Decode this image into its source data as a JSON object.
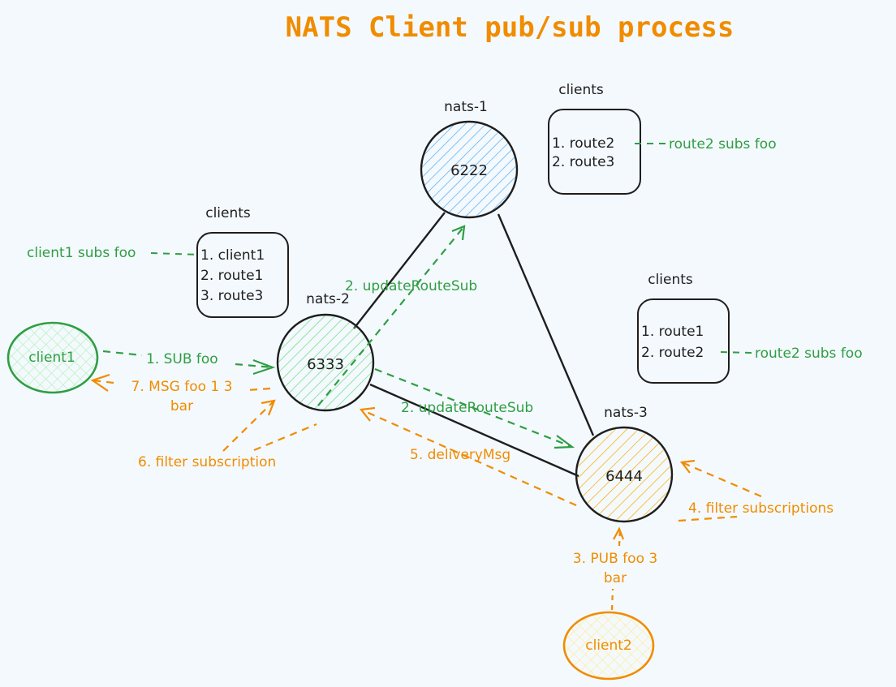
{
  "title": "NATS Client pub/sub process",
  "colors": {
    "background": "#f4f9fd",
    "green": "#2f9e44",
    "orange": "#f08c00",
    "blue_fill": "#4dabf7",
    "green_fill": "#69db7c",
    "orange_fill": "#fab005",
    "stroke": "#1e1e1e"
  },
  "servers": [
    {
      "id": "nats-1",
      "label": "nats-1",
      "port": "6222"
    },
    {
      "id": "nats-2",
      "label": "nats-2",
      "port": "6333"
    },
    {
      "id": "nats-3",
      "label": "nats-3",
      "port": "6444"
    }
  ],
  "clients": [
    {
      "id": "client1",
      "label": "client1"
    },
    {
      "id": "client2",
      "label": "client2"
    }
  ],
  "client_tables": [
    {
      "server": "nats-1",
      "title": "clients",
      "items": [
        "1.  route2",
        "2. route3"
      ],
      "note": "route2 subs foo"
    },
    {
      "server": "nats-2",
      "title": "clients",
      "items": [
        "1. client1",
        "2. route1",
        "3. route3"
      ],
      "note": "client1 subs foo"
    },
    {
      "server": "nats-3",
      "title": "clients",
      "items": [
        "1.  route1",
        "2. route2"
      ],
      "note": "route2 subs foo"
    }
  ],
  "steps": [
    {
      "label": "1. SUB foo",
      "from": "client1",
      "to": "nats-2"
    },
    {
      "label": "2. updateRouteSub",
      "from": "nats-2",
      "to": "nats-1"
    },
    {
      "label": "2. updateRouteSub",
      "from": "nats-2",
      "to": "nats-3"
    },
    {
      "label": "3. PUB foo 3",
      "label2": "bar",
      "from": "client2",
      "to": "nats-3"
    },
    {
      "label": "4. filter subscriptions",
      "from": "nats-3",
      "to": "nats-3"
    },
    {
      "label": "5. deliveryMsg",
      "from": "nats-3",
      "to": "nats-2"
    },
    {
      "label": "6. filter subscription",
      "from": "nats-2",
      "to": "nats-2"
    },
    {
      "label": "7. MSG foo 1 3",
      "label2": "bar",
      "from": "nats-2",
      "to": "client1"
    }
  ]
}
